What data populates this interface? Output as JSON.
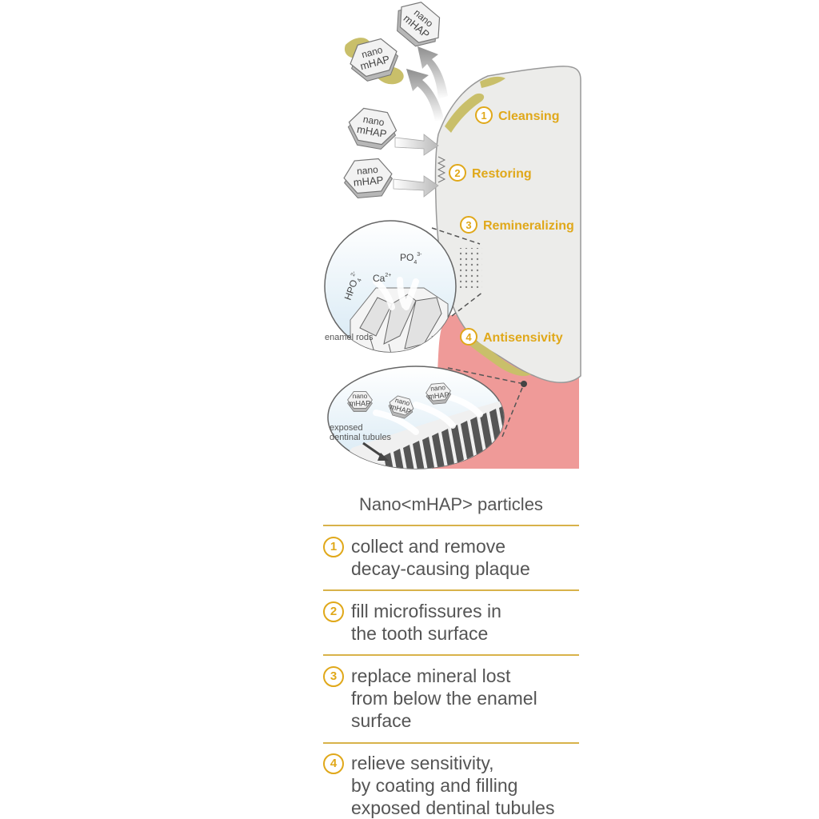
{
  "diagram": {
    "particle_label_1": "nano",
    "particle_label_2": "mHAP",
    "ion_hpo4": "HPO",
    "ion_hpo4_sub": "4",
    "ion_hpo4_sup": "2-",
    "ion_ca": "Ca",
    "ion_ca_sup": "2+",
    "ion_po4": "PO",
    "ion_po4_sub": "4",
    "ion_po4_sup": "3-",
    "enamel_rods_label": "enamel rods",
    "dentinal_label_line1": "exposed",
    "dentinal_label_line2": "dentinal tubules",
    "steps": [
      {
        "num": "1",
        "label": "Cleansing"
      },
      {
        "num": "2",
        "label": "Restoring"
      },
      {
        "num": "3",
        "label": "Remineralizing"
      },
      {
        "num": "4",
        "label": "Antisensivity"
      }
    ]
  },
  "legend": {
    "title": "Nano<mHAP> particles",
    "items": [
      {
        "num": "1",
        "lines": [
          "collect and remove",
          "decay-causing plaque"
        ]
      },
      {
        "num": "2",
        "lines": [
          "fill microfissures in",
          "the tooth surface"
        ]
      },
      {
        "num": "3",
        "lines": [
          "replace mineral lost",
          "from below the enamel",
          "surface"
        ]
      },
      {
        "num": "4",
        "lines": [
          "relieve sensitivity,",
          "by coating and filling",
          "exposed dentinal tubules"
        ]
      }
    ]
  },
  "colors": {
    "accent": "#e0a81a",
    "rule": "#d8b24a",
    "text": "#555555",
    "gum": "#ef9a98",
    "tooth": "#ececea",
    "plaque": "#c9bf6a"
  }
}
